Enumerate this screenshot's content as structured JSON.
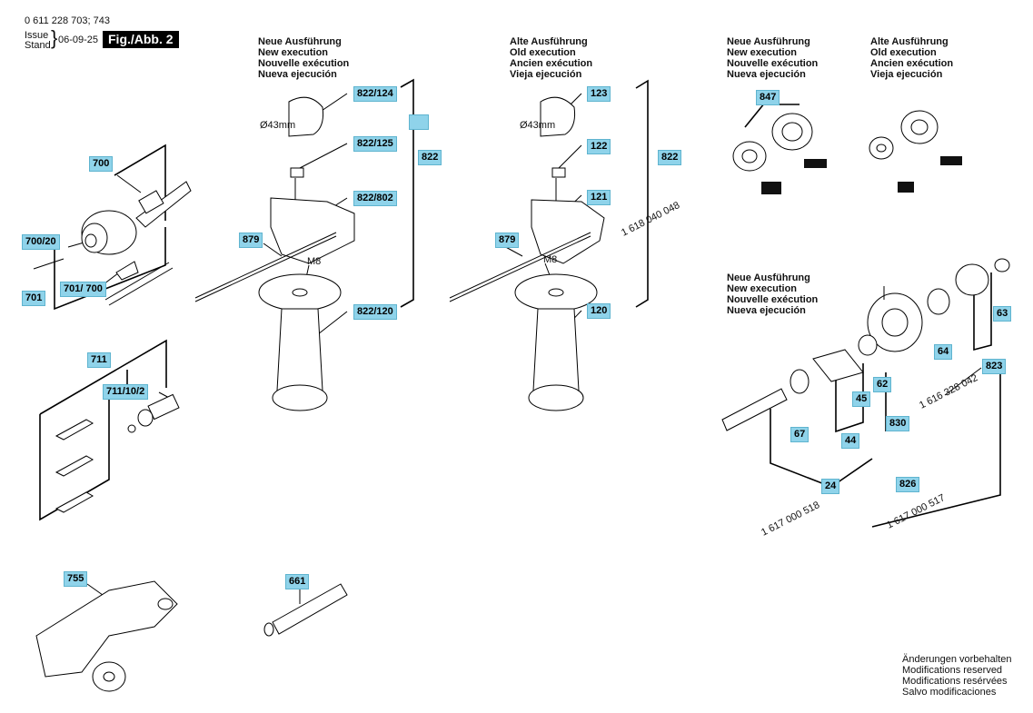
{
  "header": {
    "part_number": "0 611 228 703; 743",
    "issue_label": "Issue",
    "stand_label": "Stand",
    "date": "06-09-25",
    "figure_label": "Fig./Abb. 2"
  },
  "columns": {
    "new_1": [
      "Neue Ausführung",
      "New execution",
      "Nouvelle exécution",
      "Nueva ejecución"
    ],
    "old_1": [
      "Alte Ausführung",
      "Old execution",
      "Ancien exécution",
      "Vieja ejecución"
    ],
    "new_2": [
      "Neue Ausführung",
      "New execution",
      "Nouvelle exécution",
      "Nueva ejecución"
    ],
    "old_2": [
      "Alte Ausführung",
      "Old execution",
      "Ancien exécution",
      "Vieja ejecución"
    ],
    "new_3": [
      "Neue Ausführung",
      "New execution",
      "Nouvelle exécution",
      "Nueva ejecución"
    ]
  },
  "callouts": {
    "c700": "700",
    "c700_20": "700/20",
    "c701": "701",
    "c701_700": "701/ 700",
    "c711": "711",
    "c711_10_2": "711/10/2",
    "c755": "755",
    "c661": "661",
    "c822_124": "822/124",
    "c822_125": "822/125",
    "c822_802": "822/802",
    "c822_120": "822/120",
    "c822_a": "822",
    "c879_a": "879",
    "c123": "123",
    "c122": "122",
    "c121": "121",
    "c120": "120",
    "c822_b": "822",
    "c879_b": "879",
    "c847": "847",
    "c63": "63",
    "c64": "64",
    "c823": "823",
    "c62": "62",
    "c45": "45",
    "c830": "830",
    "c67": "67",
    "c44": "44",
    "c24": "24",
    "c826": "826"
  },
  "dims": {
    "dia_a": "Ø43mm",
    "dia_b": "Ø43mm",
    "m8_a": "M8",
    "m8_b": "M8"
  },
  "part_numbers": {
    "pn_1618": "1 618 040 048",
    "pn_1616": "1 616 328 042",
    "pn_518": "1 617 000 518",
    "pn_517": "1 617 000 517"
  },
  "footer_note": [
    "Änderungen vorbehalten",
    "Modifications reserved",
    "Modifications resérvées",
    "Salvo modificaciones"
  ]
}
